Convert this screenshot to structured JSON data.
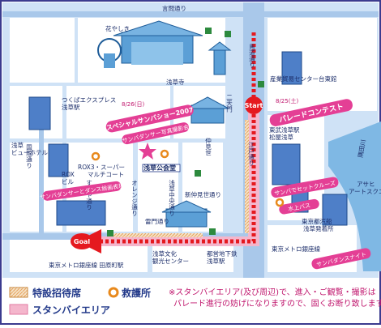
{
  "labels": {
    "river": "隅田川",
    "kototoi": "言問通り",
    "umamichi": "馬道通り",
    "edo": "江戸通り",
    "kaminarimon": "雷門通り",
    "shinnakamise": "新仲見世通り",
    "kokusai": "国際通り",
    "sushiya": "すしや通り",
    "orange": "オレンジ通り",
    "chuo": "浅草中央通り",
    "nakamise": "仲見世",
    "nitenmon": "二天門",
    "hanayashiki": "花やしき",
    "sensoji": "浅草寺",
    "tsukuba": "つくばエクスプレス",
    "tsukuba2": "浅草駅",
    "view1": "浅草",
    "view2": "ビューホテル",
    "rox": "ROX",
    "rox_bldg": "ビル",
    "rox3": "ROX3・スーパー",
    "multiplex": "マルチコート",
    "public_hall": "浅草公会堂",
    "sangyo": "産業貿易センター台東館",
    "tobu1": "東武浅草駅",
    "tobu2": "松屋浅草",
    "asahi1": "アサヒ",
    "asahi2": "アートスクエア",
    "toei1": "東京都汽船",
    "toei2": "浅草発着所",
    "metro_right": "東京メトロ銀座線",
    "bunka1": "浅草文化",
    "bunka2": "観光センター",
    "toei_sub1": "都営地下鉄",
    "toei_sub2": "浅草駅",
    "metro_left": "東京メトロ銀座線 田原町駅"
  },
  "events": {
    "special_show": "スペシャルサンバショー2007",
    "special_show_date": "8/26(日)",
    "photo": "サンバダンサー写真撮影会",
    "workshop": "サンバダンサーとダンス絵画表現",
    "contest": "パレードコンテスト",
    "contest_date": "8/25(土)",
    "cruise": "サンバでセットクルーズ",
    "waterbus": "水上バス",
    "night": "サンバダンスナイト"
  },
  "markers": {
    "start": "Start",
    "goal": "Goal"
  },
  "legend": {
    "seats": "特設招待席",
    "first_aid": "救護所",
    "standby": "スタンバイエリア"
  },
  "notes": {
    "line1": "※スタンバイエリア(及び周辺)で、進入・ご観覧・撮影は",
    "line2": "パレード進行の妨げになりますので、固くお断り致します。"
  },
  "colors": {
    "route": "#e5191f",
    "event_pill": "#e43f95",
    "standby": "#f4b6cc",
    "river": "#7fb8e4",
    "first_aid": "#e8891c"
  }
}
